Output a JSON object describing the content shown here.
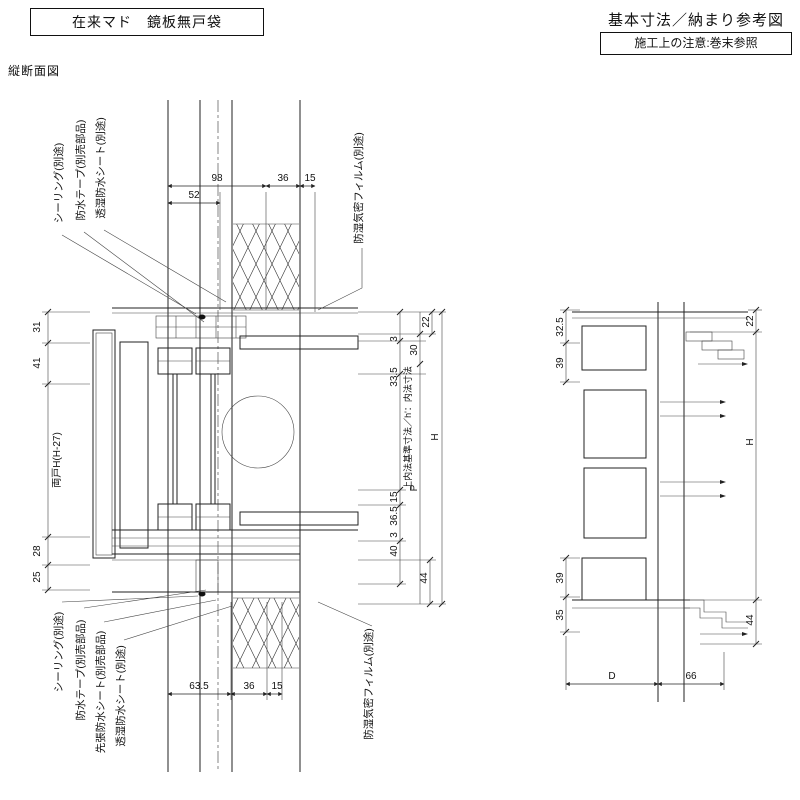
{
  "header": {
    "title_box": "在来マド　鏡板無戸袋",
    "ref_title": "基本寸法／納まり参考図",
    "note_box": "施工上の注意:巻末参照",
    "view_label": "縦断面図"
  },
  "left": {
    "callout_sealing_top": "シーリング(別途)",
    "callout_tape_top": "防水テープ(別売部品)",
    "callout_sheet_top": "透湿防水シート(別途)",
    "callout_film_top": "防湿気密フィルム(別途)",
    "callout_sealing_bottom": "シーリング(別途)",
    "callout_tape_bottom": "防水テープ(別売部品)",
    "callout_firstsheet_bottom": "先張防水シート(別売部品)",
    "callout_sheet_bottom": "透湿防水シート(別途)",
    "callout_film_bottom": "防湿気密フィルム(別途)",
    "dim_98": "98",
    "dim_52": "52",
    "dim_36_top": "36",
    "dim_15_top": "15",
    "dim_63_5": "63.5",
    "dim_36_bottom": "36",
    "dim_15_bottom": "15",
    "dim_31": "31",
    "dim_41": "41",
    "dim_ryodo_h": "両戸H(H-27)",
    "dim_28": "28",
    "dim_25": "25",
    "dim_22": "22",
    "dim_30": "30",
    "dim_3_upper": "3",
    "dim_33_5": "33.5",
    "label_naiho": "上内法基準寸法／h'：内法寸法",
    "dim_H": "H",
    "dim_P": "P",
    "dim_15_right": "15",
    "dim_36_5": "36.5",
    "dim_3_lower": "3",
    "dim_40": "40",
    "dim_44": "44"
  },
  "right": {
    "dim_32_5": "32.5",
    "dim_39_top": "39",
    "dim_39_bottom": "39",
    "dim_35": "35",
    "dim_22": "22",
    "dim_H": "H",
    "dim_44": "44",
    "dim_D": "D",
    "dim_66": "66"
  }
}
